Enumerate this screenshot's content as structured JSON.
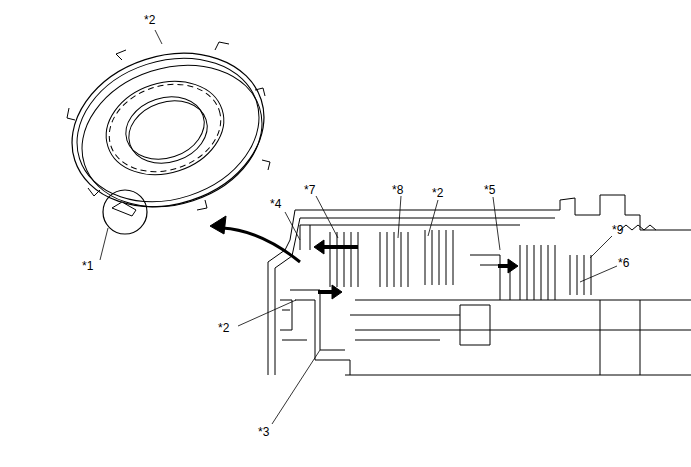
{
  "diagram": {
    "labels": [
      "*2",
      "*1",
      "*4",
      "*7",
      "*8",
      "*2",
      "*5",
      "*9",
      "*6",
      "*2",
      "*3"
    ]
  }
}
